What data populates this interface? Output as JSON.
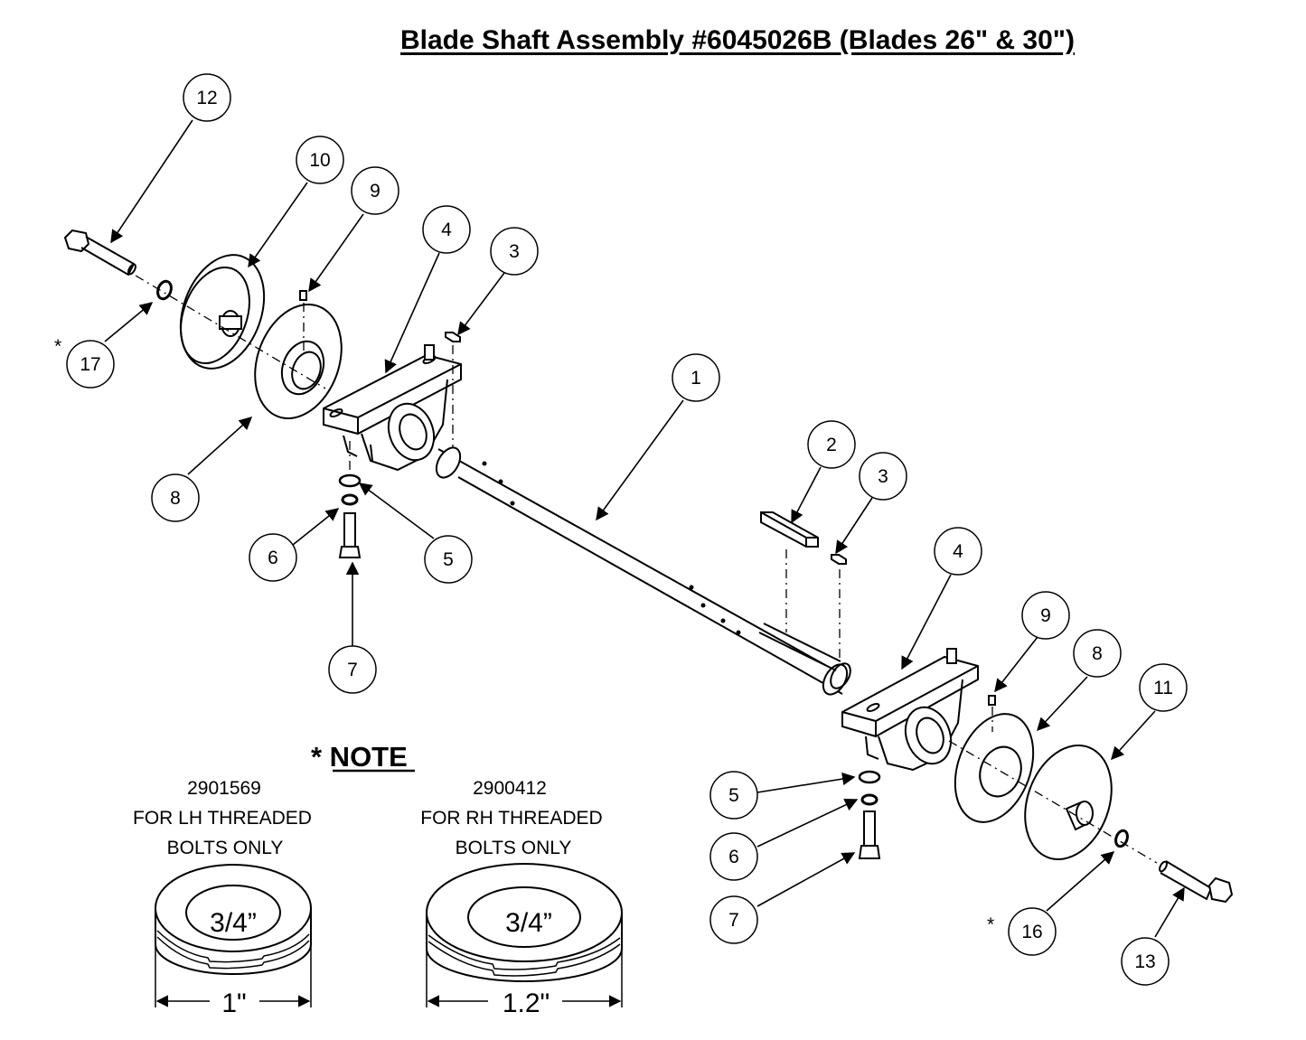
{
  "title": "Blade Shaft Assembly #6045026B (Blades 26\" & 30\")",
  "callouts": [
    "12",
    "10",
    "9",
    "4",
    "3",
    "17",
    "1",
    "8",
    "2",
    "3",
    "6",
    "5",
    "4",
    "7",
    "9",
    "8",
    "11",
    "5",
    "6",
    "7",
    "16",
    "13"
  ],
  "asterisks": [
    "*",
    "*"
  ],
  "note": {
    "heading": "* NOTE",
    "lh": {
      "part": "2901569",
      "line1": "FOR LH THREADED",
      "line2": "BOLTS ONLY",
      "inner": "3/4”",
      "outer": "1\""
    },
    "rh": {
      "part": "2900412",
      "line1": "FOR RH THREADED",
      "line2": "BOLTS ONLY",
      "inner": "3/4”",
      "outer": "1.2\""
    }
  },
  "colors": {
    "line": "#000000",
    "background": "#ffffff"
  }
}
